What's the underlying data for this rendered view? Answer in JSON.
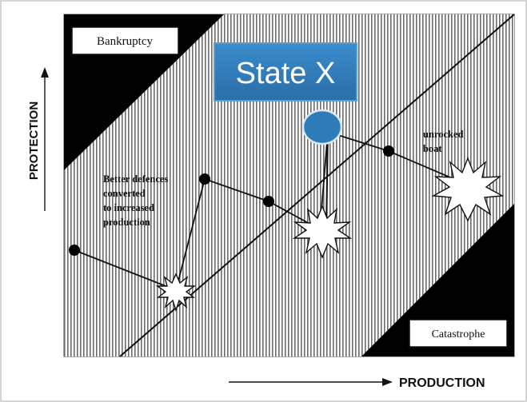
{
  "zones": {
    "top_left": "Bankruptcy",
    "bottom_right": "Catastrophe"
  },
  "axes": {
    "y": "PROTECTION",
    "x": "PRODUCTION"
  },
  "callout": {
    "label": "State X",
    "color": "#2f7db8"
  },
  "annotations": {
    "left_lines": [
      "Better defences",
      "converted",
      "to increased",
      "production"
    ],
    "right_lines": [
      "unrocked",
      "boat"
    ]
  }
}
